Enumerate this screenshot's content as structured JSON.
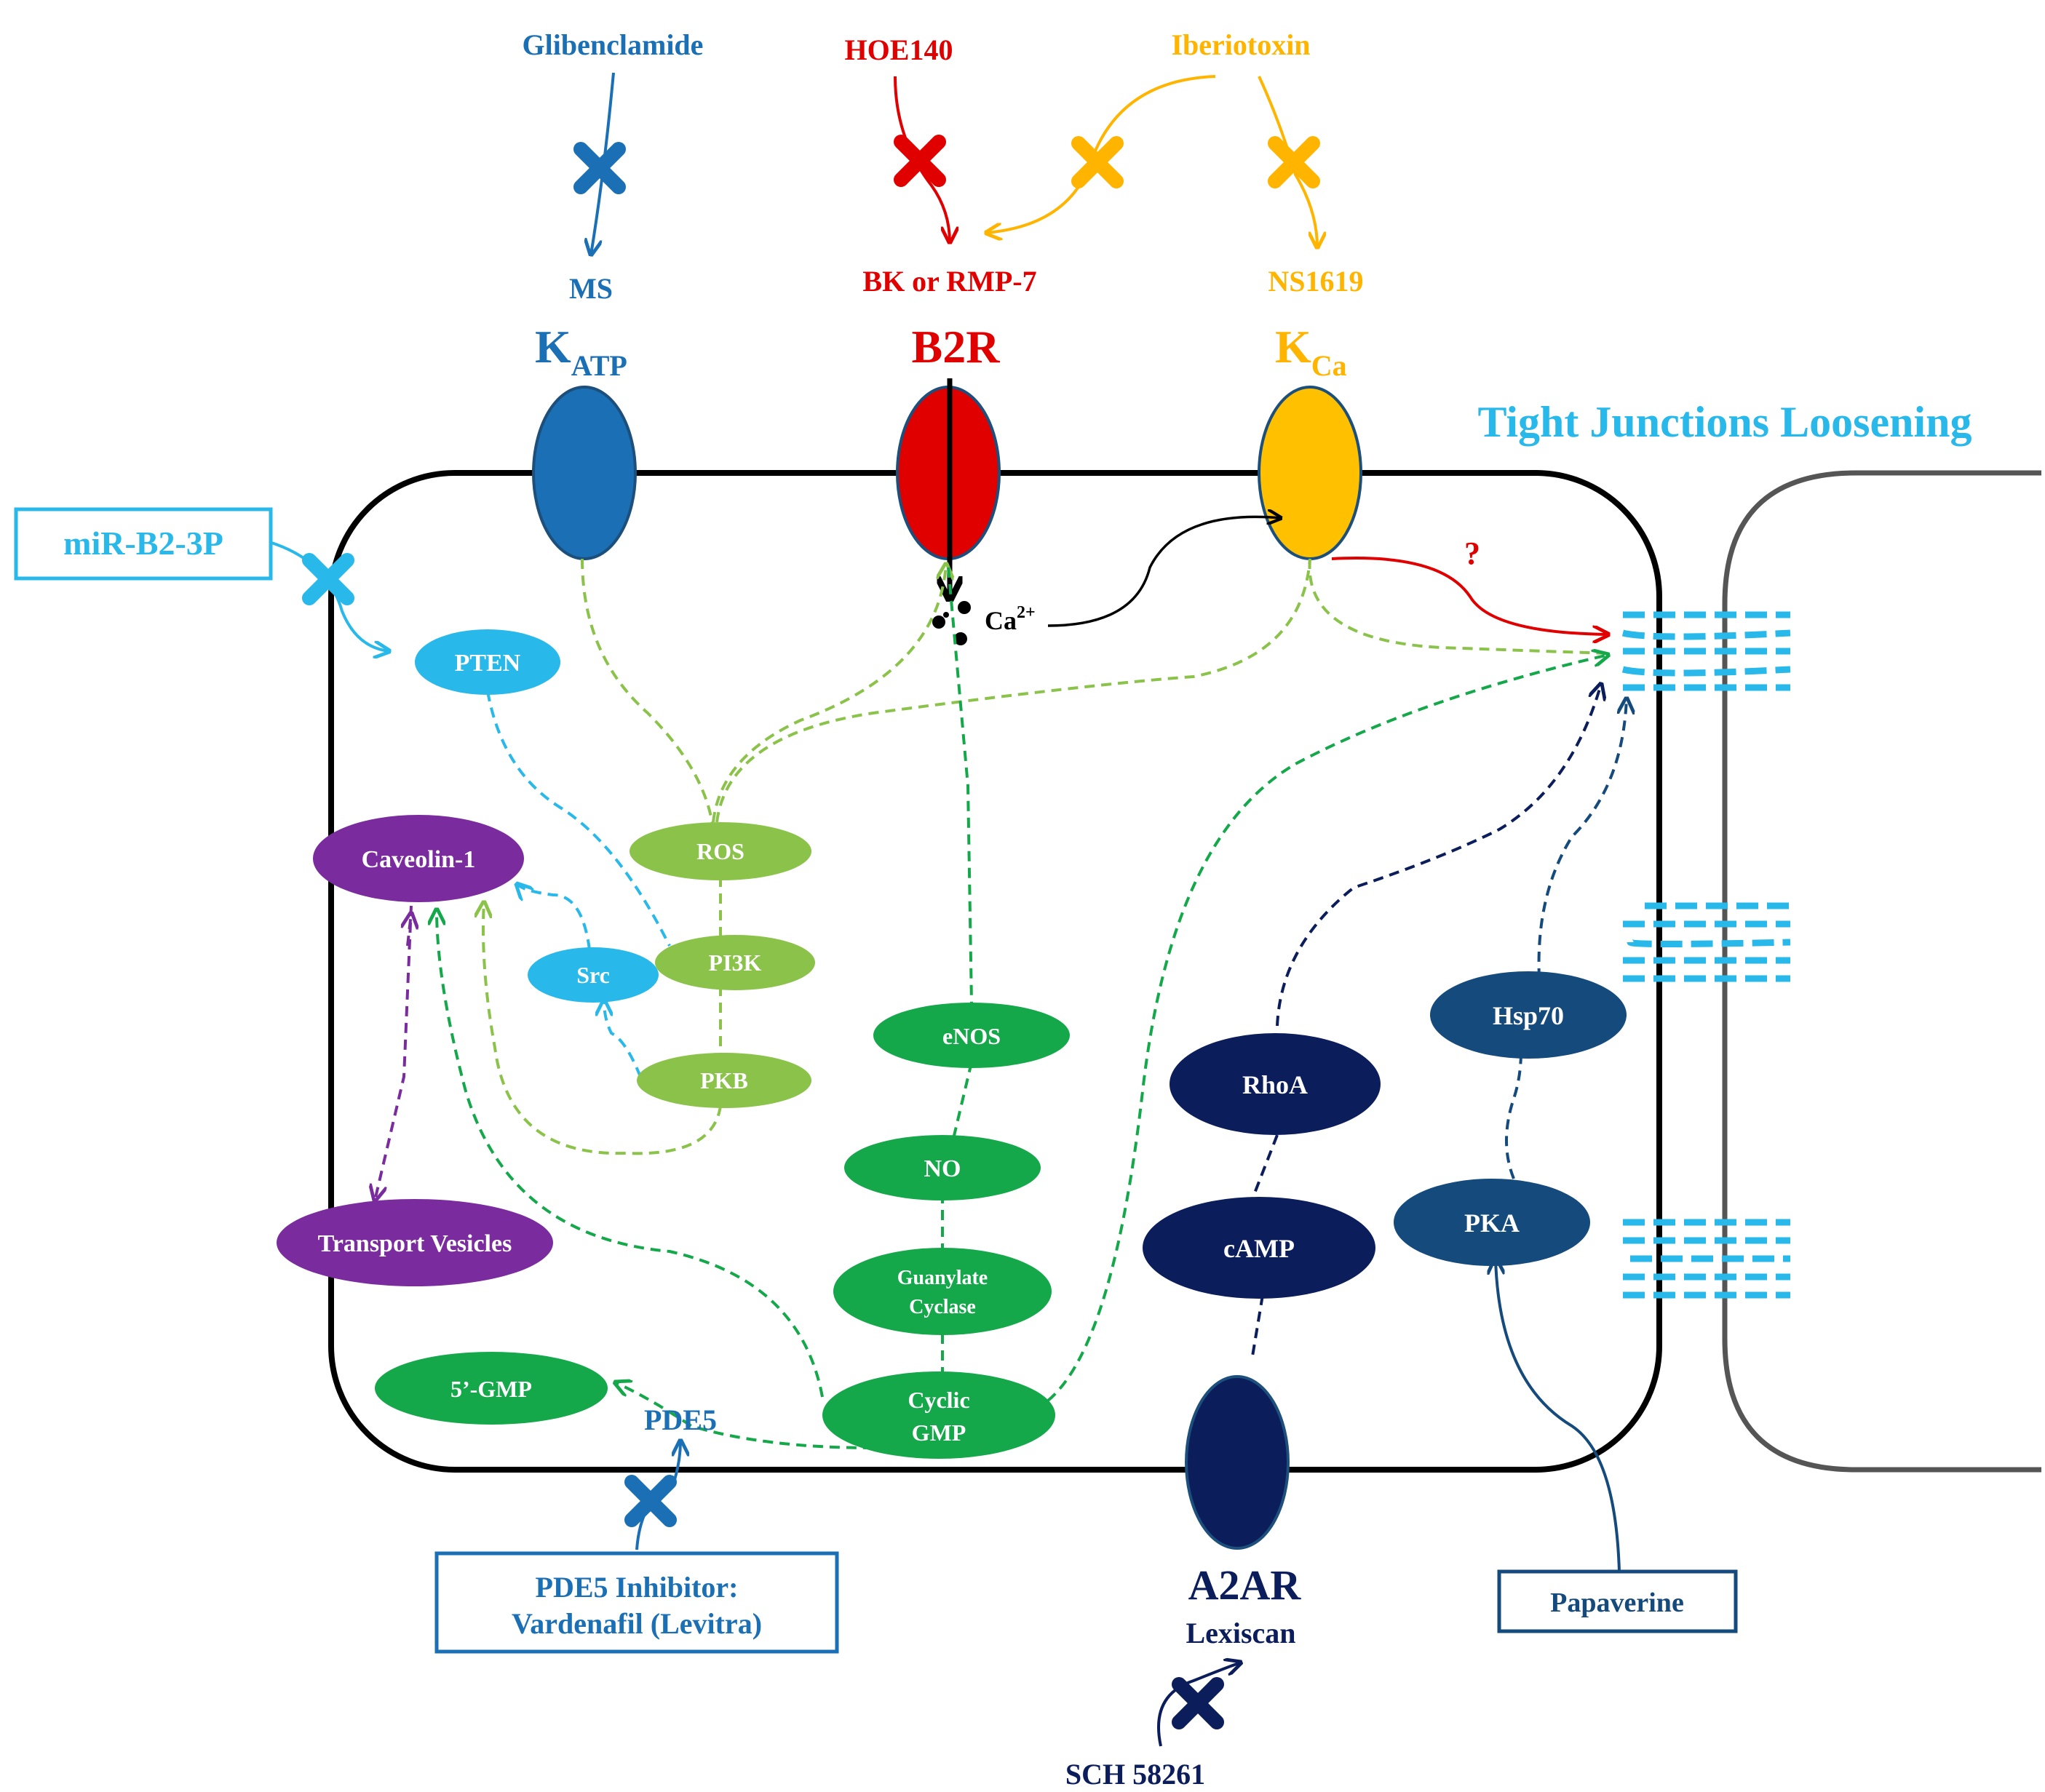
{
  "colors": {
    "blue": "#1a6fb5",
    "red": "#e00000",
    "gold": "#ffb400",
    "light_blue": "#29b8ea",
    "light_green": "#8bc34a",
    "green": "#15a84a",
    "dark_navy": "#0c1d5c",
    "navy": "#154a7d",
    "purple": "#7a2c9e"
  },
  "drugs": {
    "glibenclamide": "Glibenclamide",
    "hoe140": "HOE140",
    "iberiotoxin": "Iberiotoxin",
    "ms": "MS",
    "bk_rmp7": "BK or RMP-7",
    "ns1619": "NS1619",
    "mir": "miR-B2-3P",
    "pde5_inhibitor_line1": "PDE5 Inhibitor:",
    "pde5_inhibitor_line2": "Vardenafil (Levitra)",
    "papaverine": "Papaverine",
    "lexiscan": "Lexiscan",
    "sch": "SCH 58261"
  },
  "receptors": {
    "katp_main": "K",
    "katp_sub": "ATP",
    "b2r": "B2R",
    "kca_main": "K",
    "kca_sub": "Ca",
    "a2ar": "A2AR"
  },
  "nodes": {
    "pten": "PTEN",
    "caveolin": "Caveolin-1",
    "ros": "ROS",
    "src": "Src",
    "pi3k": "PI3K",
    "pkb": "PKB",
    "transport": "Transport  Vesicles",
    "enos": "eNOS",
    "no": "NO",
    "gc_line1": "Guanylate",
    "gc_line2": "Cyclase",
    "cgmp_line1": "Cyclic",
    "cgmp_line2": "GMP",
    "gmp5": "5’-GMP",
    "pde5": "PDE5",
    "rhoa": "RhoA",
    "camp": "cAMP",
    "hsp70": "Hsp70",
    "pka": "PKA"
  },
  "ions": {
    "ca_main": "Ca",
    "ca_sup": "2+"
  },
  "labels": {
    "tight_junctions": "Tight Junctions Loosening",
    "question": "?"
  }
}
